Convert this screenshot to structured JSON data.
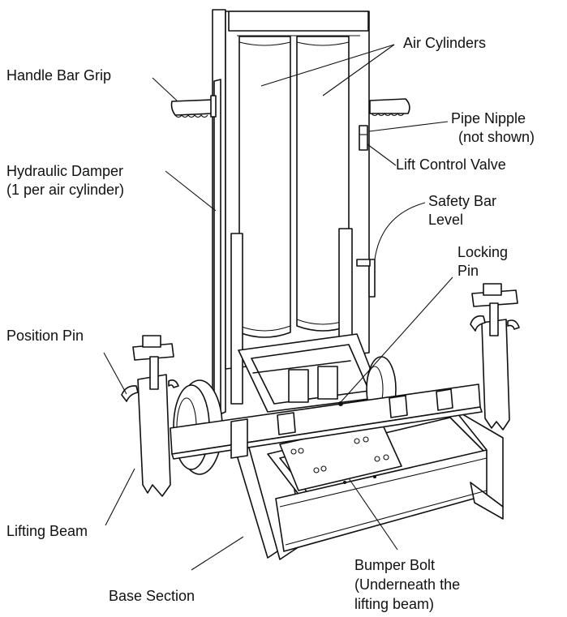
{
  "labels": {
    "air_cylinders": "Air Cylinders",
    "handle_bar_grip": "Handle Bar Grip",
    "pipe_nipple_line1": "Pipe Nipple",
    "pipe_nipple_line2": "(not shown)",
    "lift_control_valve": "Lift Control Valve",
    "hydraulic_damper_line1": "Hydraulic Damper",
    "hydraulic_damper_line2": "(1 per air cylinder)",
    "safety_bar_line1": "Safety Bar",
    "safety_bar_line2": "Level",
    "locking_pin_line1": "Locking",
    "locking_pin_line2": "Pin",
    "position_pin": "Position Pin",
    "lifting_beam": "Lifting Beam",
    "bumper_bolt_line1": "Bumper Bolt",
    "bumper_bolt_line2": "(Underneath the",
    "bumper_bolt_line3": "lifting beam)",
    "base_section": "Base Section"
  }
}
